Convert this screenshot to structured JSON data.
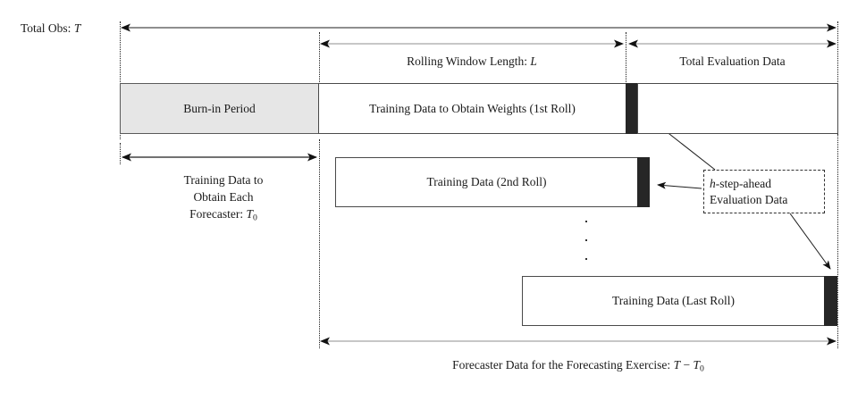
{
  "diagram": {
    "title_hidden": "Rolling window forecasting scheme",
    "labels": {
      "total_obs": "Total Obs: T",
      "rolling_window": "Rolling Window Length: L",
      "total_evaluation": "Total Evaluation Data",
      "burn_in": "Burn-in Period",
      "train_first_roll": "Training Data to Obtain Weights (1st Roll)",
      "train_each_forecaster_l1": "Training Data to",
      "train_each_forecaster_l2": "Obtain Each",
      "train_each_forecaster_l3": "Forecaster: T0",
      "train_second_roll": "Training Data (2nd Roll)",
      "train_last_roll": "Training Data (Last Roll)",
      "h_step_line1": "h-step-ahead",
      "h_step_line2": "Evaluation Data",
      "bottom_axis": "Forecaster Data for the Forecasting Exercise: T - T0"
    },
    "colors": {
      "burn_in_fill": "#e6e6e6",
      "eval_bar_fill": "#262626",
      "box_border": "#4a4a4a",
      "line": "#202020",
      "thin_line": "#8a8a8a",
      "background": "#ffffff"
    },
    "symbols": {
      "T": "T",
      "L": "L",
      "T0": "T0",
      "h": "h",
      "ellipsis": "vertical-ellipsis"
    },
    "rows": [
      {
        "name": "first-roll",
        "box_label": "Training Data to Obtain Weights (1st Roll)"
      },
      {
        "name": "second-roll",
        "box_label": "Training Data (2nd Roll)"
      },
      {
        "name": "last-roll",
        "box_label": "Training Data (Last Roll)"
      }
    ],
    "axes": [
      {
        "name": "total-obs",
        "label": "Total Obs: T",
        "direction": "both"
      },
      {
        "name": "rolling-window-length",
        "label": "Rolling Window Length: L",
        "direction": "both"
      },
      {
        "name": "total-evaluation-data",
        "label": "Total Evaluation Data",
        "direction": "both"
      },
      {
        "name": "training-each-forecaster",
        "label": "Training Data to Obtain Each Forecaster: T0",
        "direction": "both"
      },
      {
        "name": "forecaster-data-exercise",
        "label": "Forecaster Data for the Forecasting Exercise: T - T0",
        "direction": "both"
      }
    ]
  }
}
